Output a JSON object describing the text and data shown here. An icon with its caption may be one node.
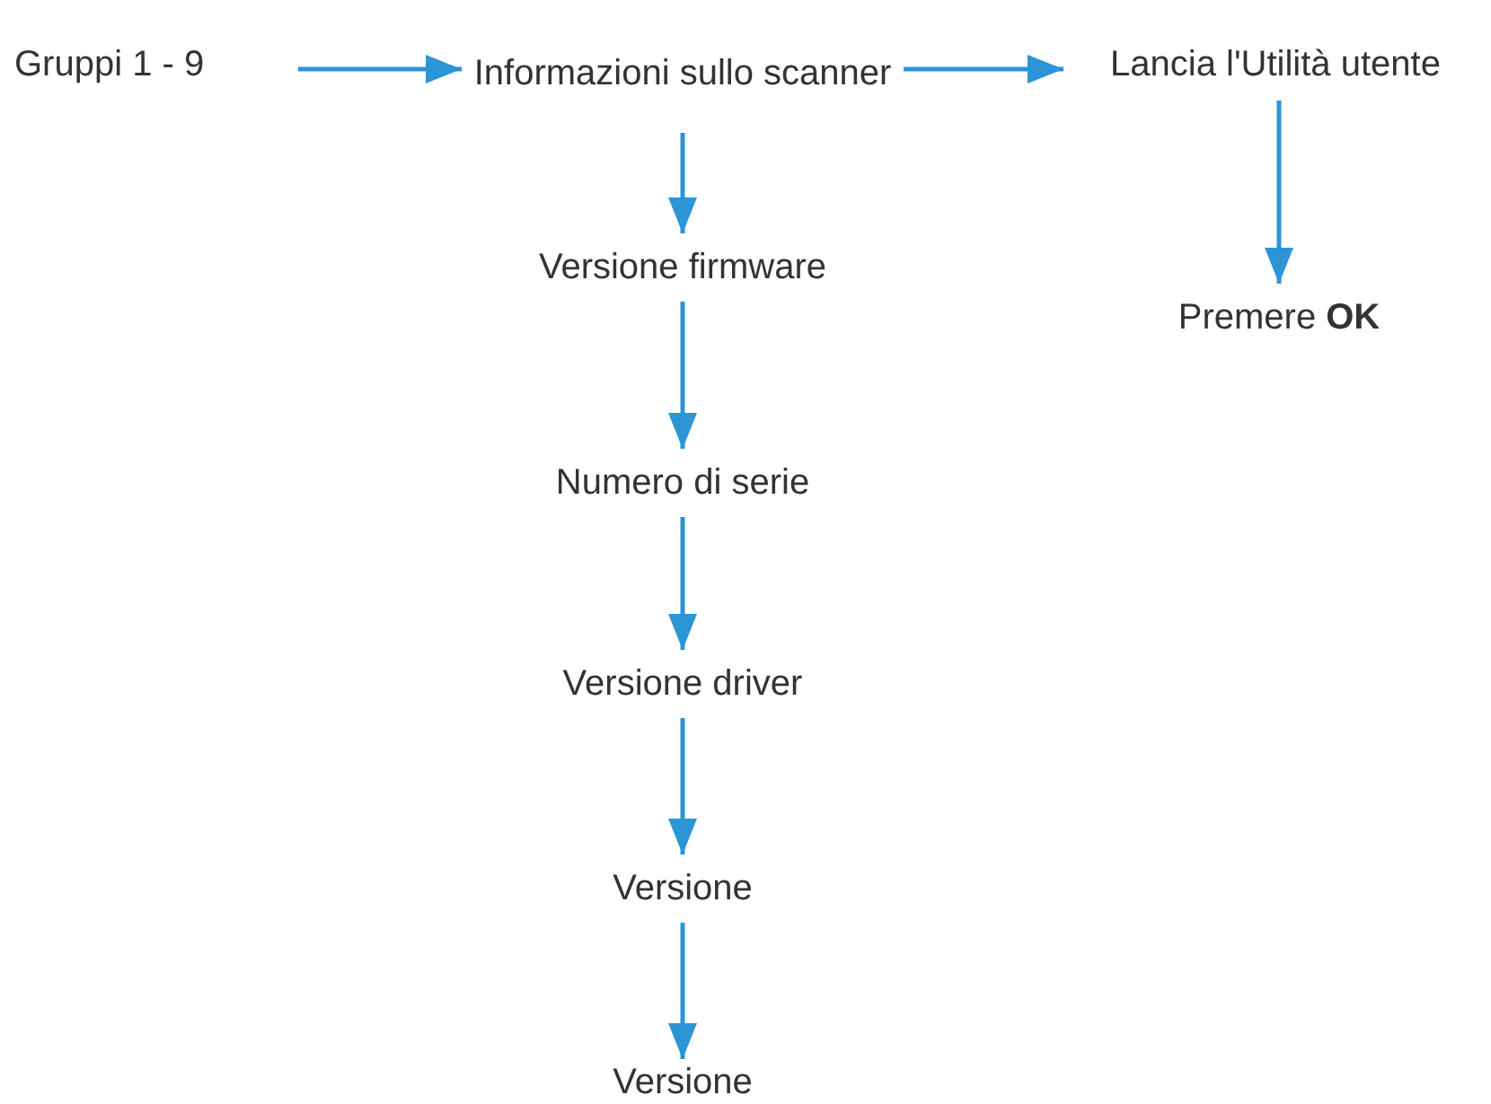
{
  "diagram": {
    "nodes": [
      {
        "text": [
          "Gruppi 1 - 9"
        ]
      },
      {
        "text": [
          "Informazioni sullo scanner"
        ]
      },
      {
        "text": [
          "Lancia l'Utilità utente"
        ]
      },
      {
        "text": [
          "Premere **OK**"
        ]
      },
      {
        "text": [
          "Versione firmware"
        ]
      },
      {
        "text": [
          "Numero di serie"
        ]
      },
      {
        "text": [
          "Versione driver"
        ]
      },
      {
        "text": [
          "Versione"
        ]
      },
      {
        "text": [
          "Versione"
        ]
      }
    ],
    "edges": [
      {
        "from": 0,
        "to": 1,
        "arrow": "to"
      },
      {
        "from": 1,
        "to": 2,
        "arrow": "to"
      },
      {
        "from": 2,
        "to": 3,
        "arrow": "to"
      },
      {
        "from": 1,
        "to": 4,
        "arrow": "to"
      },
      {
        "from": 4,
        "to": 5,
        "arrow": "to"
      },
      {
        "from": 5,
        "to": 6,
        "arrow": "to"
      },
      {
        "from": 6,
        "to": 7,
        "arrow": "to"
      },
      {
        "from": 7,
        "to": 8,
        "arrow": "to"
      }
    ]
  }
}
